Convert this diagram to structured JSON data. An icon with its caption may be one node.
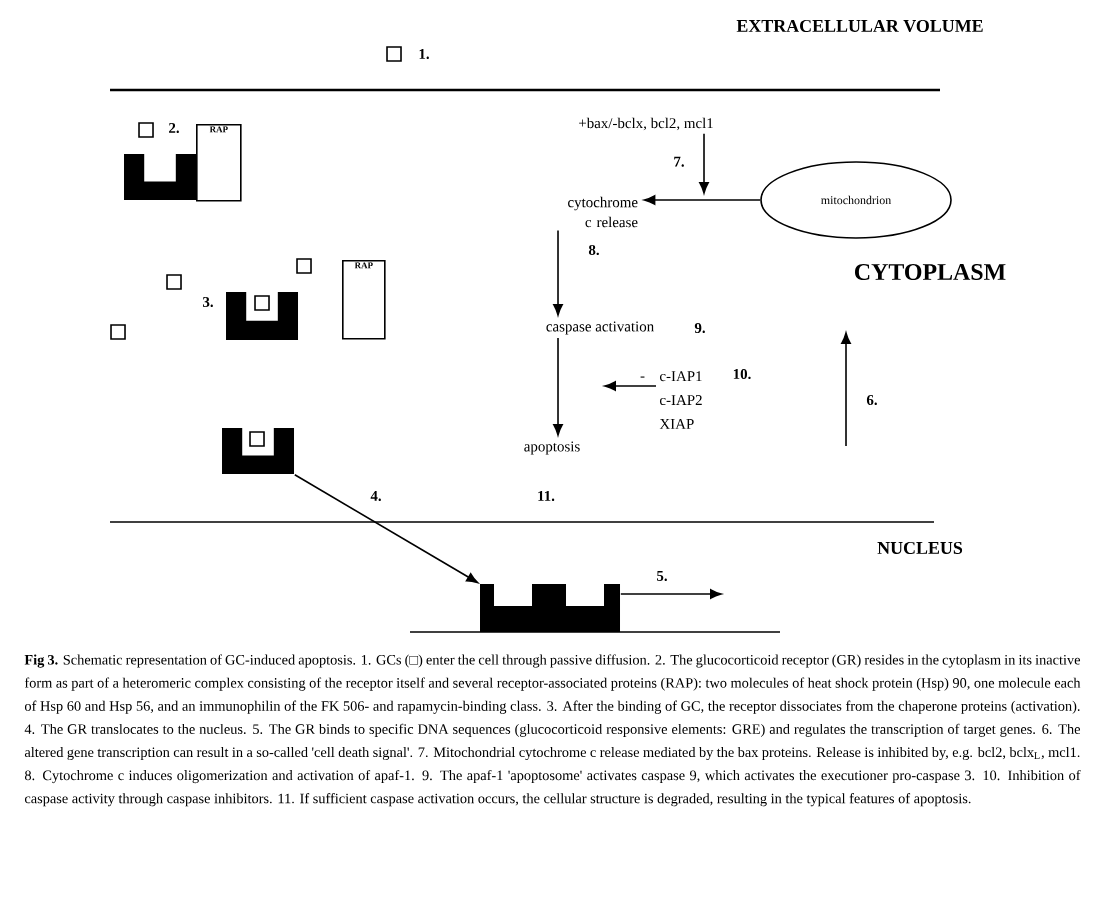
{
  "diagram": {
    "nodes": [
      {
        "text": [
          "RAP"
        ]
      },
      {
        "text": [
          "+bax/-bclx, bcl2, mcl1"
        ]
      },
      {
        "text": [
          "cytochrome c release"
        ]
      },
      {
        "text": [
          "mitochondrion"
        ]
      },
      {
        "text": [
          "RAP"
        ]
      },
      {
        "text": [
          "caspase activation"
        ]
      },
      {
        "text": [
          "c-IAP1 c-IAP2 XIAP"
        ]
      },
      {
        "text": [
          "apoptosis"
        ]
      },
      {
        "text": [],
        "shape": "picture"
      },
      {
        "text": [],
        "shape": "picture"
      }
    ],
    "edges": [
      {
        "from": 3,
        "to": 2,
        "arrow": "to"
      },
      {
        "from": 2,
        "to": 5,
        "arrow": "to"
      },
      {
        "from": 5,
        "to": 7,
        "arrow": "to"
      },
      {
        "from": 1,
        "to": null,
        "arrow": "to",
        "label": "7."
      },
      {
        "from": 6,
        "to": null,
        "arrow": "to",
        "label": "-"
      },
      {
        "from": 8,
        "to": 9,
        "arrow": "to"
      },
      {
        "from": 9,
        "to": null,
        "arrow": "to"
      }
    ],
    "labels": [
      "EXTRACELLULAR VOLUME",
      "1.",
      "2.",
      "3.",
      "8.",
      "CYTOPLASM",
      "9.",
      "10.",
      "6.",
      "4.",
      "11.",
      "NUCLEUS",
      "5."
    ],
    "caption": "**Fig 3.** Schematic representation of GC-induced apoptosis. 1. GCs (□) enter the cell through passive diffusion. 2. The glucocorticoid receptor (GR) resides in the cytoplasm in its inactive form as part of a heteromeric complex consisting of the receptor itself and several receptor-associated proteins (RAP): two molecules of heat shock protein (Hsp) 90, one molecule each of Hsp 60 and Hsp 56, and an immunophilin of the FK 506- and rapamycin-binding class. 3. After the binding of GC, the receptor dissociates from the chaperone proteins (activation). 4. The GR translocates to the nucleus. 5. The GR binds to specific DNA sequences (glucocorticoid responsive elements: GRE) and regulates the transcription of target genes. 6. The altered gene transcription can result in a so-called 'cell death signal'. 7. Mitochondrial cytochrome c release mediated by the bax proteins. Release is inhibited by, e.g. bcl2, bclx$_{L}$, mcl1. 8. Cytochrome c induces oligomerization and activation of apaf-1. 9. The apaf-1 'apoptosome' activates caspase 9, which activates the executioner pro-caspase 3. 10. Inhibition of caspase activity through caspase inhibitors. 11. If sufficient caspase activation occurs, the cellular structure is degraded, resulting in the typical features of apoptosis."
  }
}
